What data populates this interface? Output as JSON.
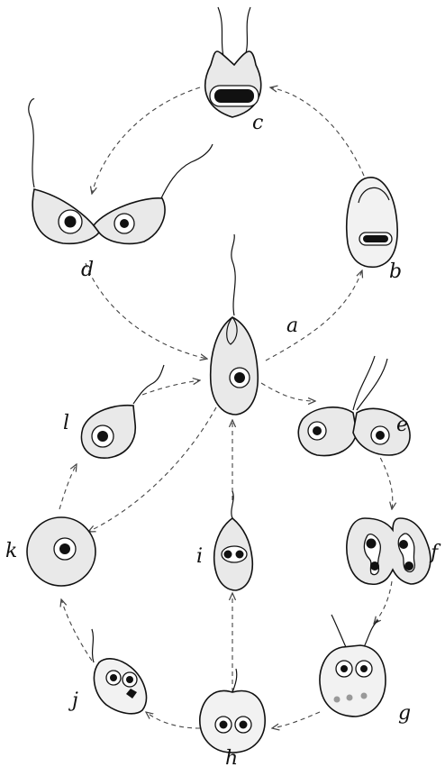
{
  "figure": {
    "stage_labels": {
      "a": "a",
      "b": "b",
      "c": "c",
      "d": "d",
      "e": "e",
      "f": "f",
      "g": "g",
      "h": "h",
      "i": "i",
      "j": "j",
      "k": "k",
      "l": "l"
    },
    "colors": {
      "outline": "#111111",
      "cell_fill": "#e9e9e9",
      "nucleus": "#111111",
      "arrow": "#444444"
    }
  }
}
